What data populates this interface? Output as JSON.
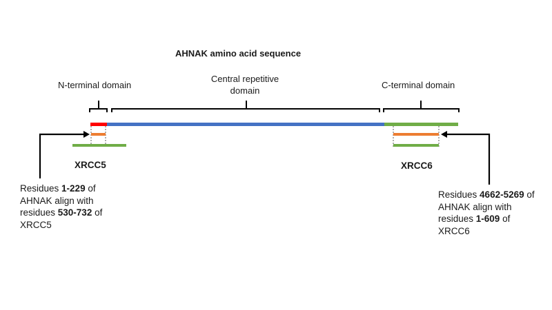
{
  "title": "AHNAK amino acid sequence",
  "domains": {
    "n_terminal": "N-terminal domain",
    "central_line1": "Central repetitive",
    "central_line2": "domain",
    "c_terminal": "C-terminal domain"
  },
  "proteins": {
    "left": "XRCC5",
    "right": "XRCC6"
  },
  "colors": {
    "n_terminal_segment": "#ff0000",
    "central_segment": "#4472c4",
    "c_terminal_segment": "#70ad47",
    "alignment_region": "#ed7d31",
    "partner_protein": "#70ad47"
  },
  "notes": {
    "left": {
      "p1": "Residues ",
      "b1": "1-229",
      "p2": " of",
      "line2": "AHNAK align with",
      "p3": "residues ",
      "b2": "530-732",
      "p4": " of",
      "line4": "XRCC5"
    },
    "right": {
      "p1": "Residues ",
      "b1": "4662-5269",
      "p2": " of",
      "line2": "AHNAK align with",
      "p3": "residues ",
      "b2": "1-609",
      "p4": " of",
      "line4": "XRCC6"
    }
  }
}
